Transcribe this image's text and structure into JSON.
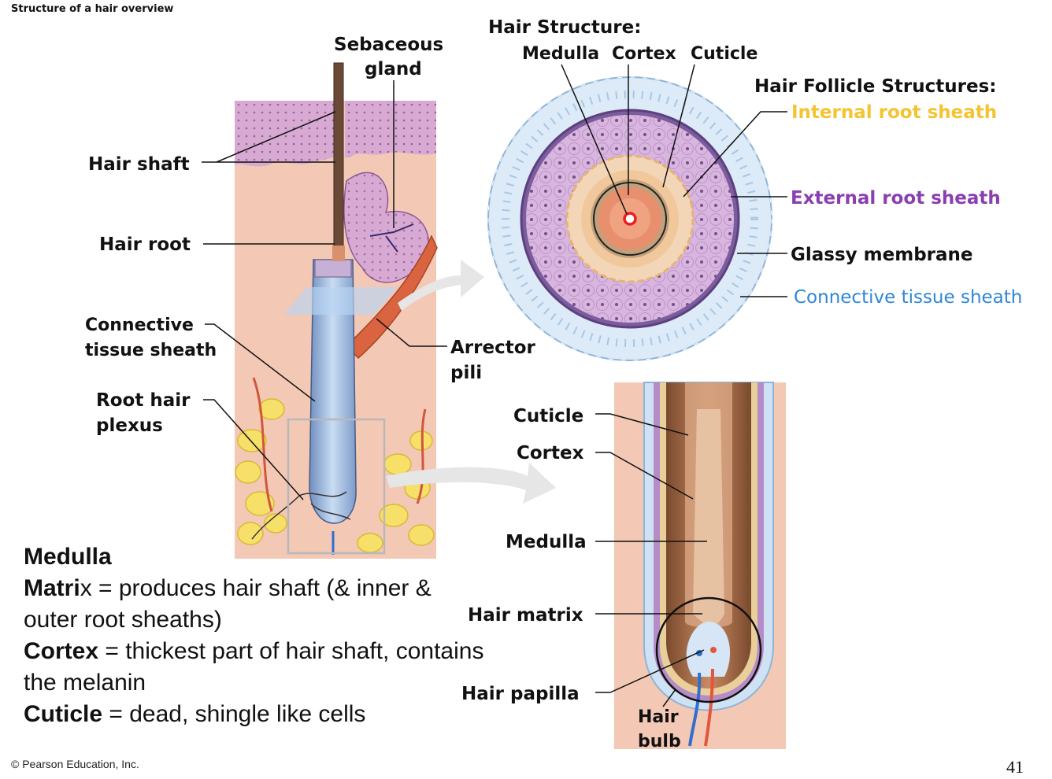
{
  "slide_title": "Structure of a hair overview",
  "left_panel": {
    "sebaceous_gland": [
      "Sebaceous",
      "gland"
    ],
    "hair_shaft": "Hair shaft",
    "hair_root": "Hair root",
    "connective_tissue_sheath": [
      "Connective",
      "tissue sheath"
    ],
    "root_hair_plexus": [
      "Root hair",
      "plexus"
    ],
    "arrector_pili": [
      "Arrector",
      "pili"
    ]
  },
  "cross_section": {
    "hair_structure_title": "Hair Structure:",
    "medulla": "Medulla",
    "cortex": "Cortex",
    "cuticle": "Cuticle",
    "follicle_title": "Hair Follicle Structures:",
    "internal_root_sheath": "Internal root sheath",
    "external_root_sheath": "External root sheath",
    "glassy_membrane": "Glassy membrane",
    "connective_tissue_sheath": "Connective tissue sheath"
  },
  "bulb_panel": {
    "cuticle": "Cuticle",
    "cortex": "Cortex",
    "medulla": "Medulla",
    "hair_matrix": "Hair matrix",
    "hair_papilla": "Hair papilla",
    "hair_bulb": [
      "Hair",
      "bulb"
    ]
  },
  "notes": [
    {
      "bold": "Medulla",
      "text": ""
    },
    {
      "bold": "Matri",
      "text": "x = produces hair shaft (& inner & outer root sheaths)"
    },
    {
      "bold": "Cortex",
      "text": " = thickest part of hair shaft, contains the melanin"
    },
    {
      "bold": "Cuticle",
      "text": " = dead, shingle like cells"
    }
  ],
  "copyright": "© Pearson Education, Inc.",
  "page_number": "41",
  "colors": {
    "internal_root_sheath": "#f4c430",
    "external_root_sheath": "#8a3fb0",
    "connective_tissue_sheath": "#2f86d6"
  }
}
